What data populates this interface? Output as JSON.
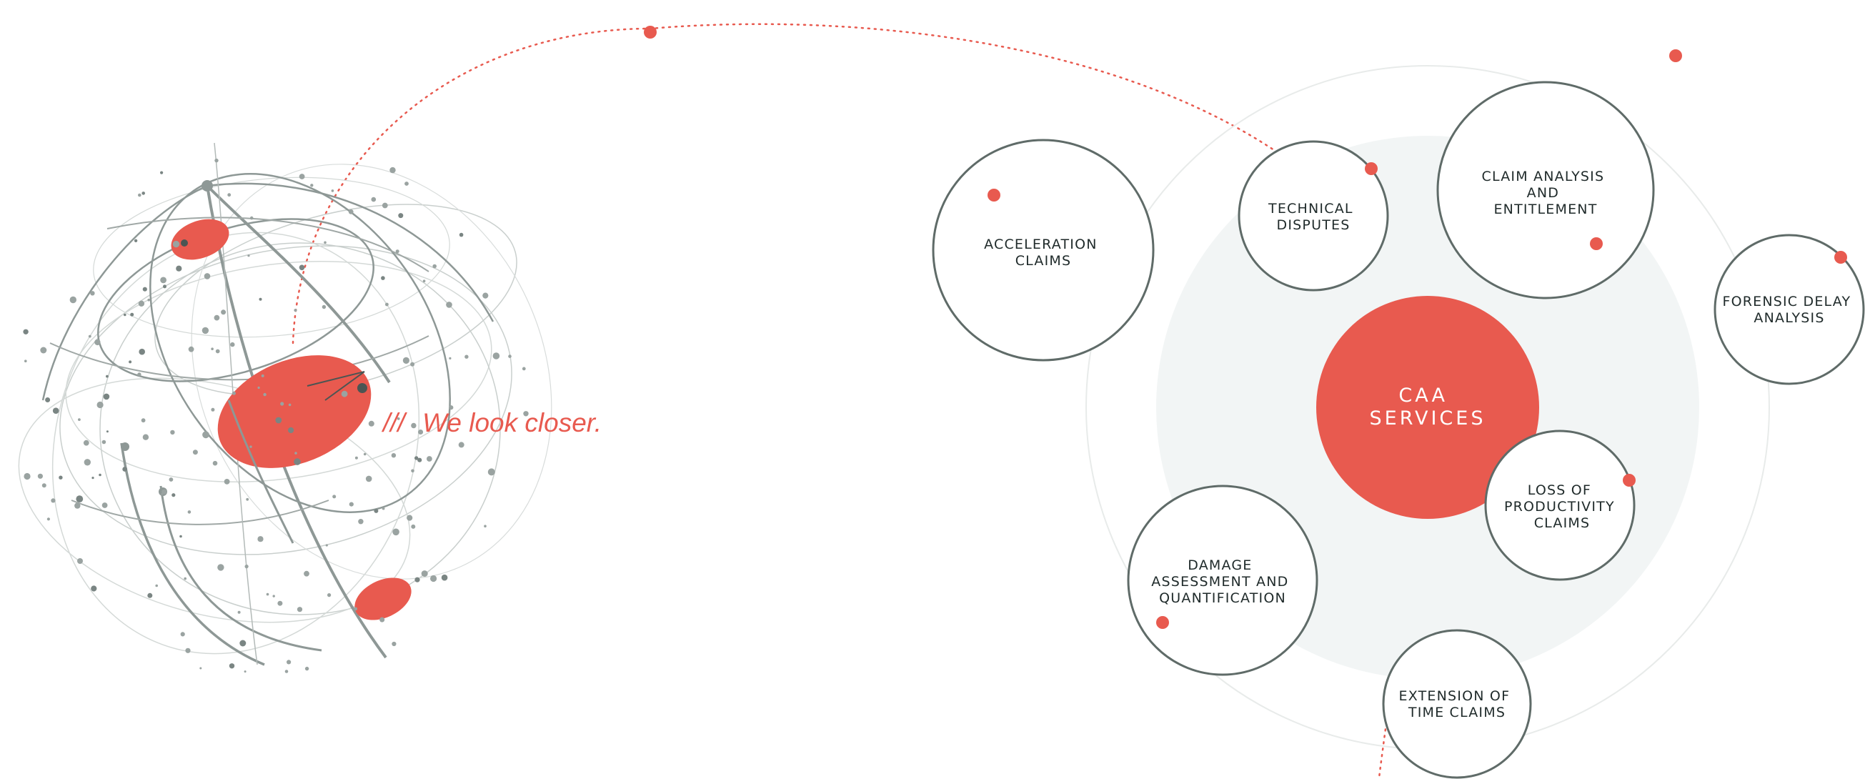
{
  "tagline": {
    "slashes": "///",
    "text": "We look closer."
  },
  "center": {
    "line1": "CAA",
    "line2": "SERVICES"
  },
  "services": [
    {
      "name": "service-acceleration-claims",
      "lines": [
        "ACCELERATION",
        "CLAIMS"
      ]
    },
    {
      "name": "service-technical-disputes",
      "lines": [
        "TECHNICAL",
        "DISPUTES"
      ]
    },
    {
      "name": "service-claim-analysis",
      "lines": [
        "CLAIM ANALYSIS",
        "AND",
        "ENTITLEMENT"
      ]
    },
    {
      "name": "service-forensic-delay",
      "lines": [
        "FORENSIC DELAY",
        "ANALYSIS"
      ]
    },
    {
      "name": "service-loss-of-productivity",
      "lines": [
        "LOSS OF",
        "PRODUCTIVITY",
        "CLAIMS"
      ]
    },
    {
      "name": "service-damage-assessment",
      "lines": [
        "DAMAGE",
        "ASSESSMENT AND",
        "QUANTIFICATION"
      ]
    },
    {
      "name": "service-extension-of-time",
      "lines": [
        "EXTENSION OF",
        "TIME CLAIMS"
      ]
    }
  ],
  "colors": {
    "accent": "#e85a4f",
    "ring": "#5f6b68",
    "halo": "#f2f5f5",
    "globe": "#8e9896",
    "text": "#1f2a2a"
  }
}
